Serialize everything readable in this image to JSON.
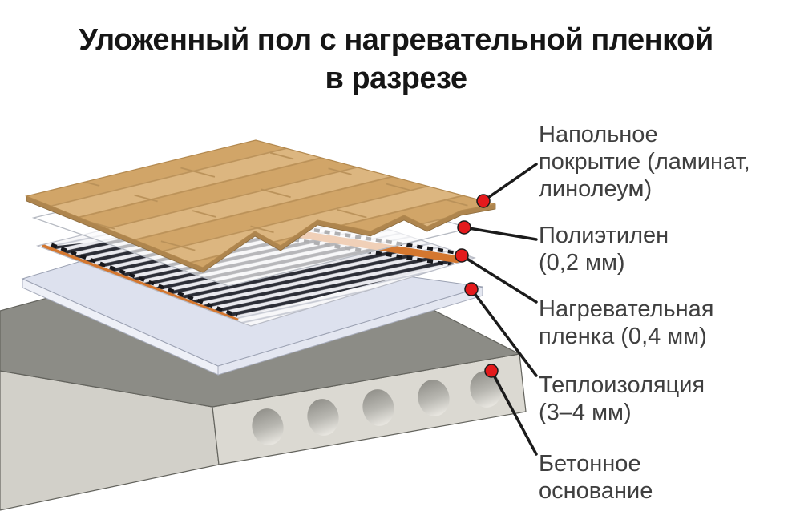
{
  "title": {
    "line1": "Уложенный пол с нагревательной пленкой",
    "line2": "в разрезе"
  },
  "callouts": [
    {
      "id": "floor-covering",
      "lines": [
        "Напольное",
        "покрытие (ламинат,",
        "линолеум)"
      ]
    },
    {
      "id": "polyethylene",
      "lines": [
        "Полиэтилен",
        "(0,2 мм)"
      ]
    },
    {
      "id": "heating-film",
      "lines": [
        "Нагревательная",
        "пленка (0,4 мм)"
      ]
    },
    {
      "id": "insulation",
      "lines": [
        "Теплоизоляция",
        "(3–4 мм)"
      ]
    },
    {
      "id": "concrete-base",
      "lines": [
        "Бетонное",
        "основание"
      ]
    }
  ],
  "colors": {
    "title_text": "#161616",
    "label_text": "#3f3f3f",
    "wood": "#d7ac6e",
    "wood_edge": "#ae854e",
    "wood_seam": "#bb9259",
    "copper_busbar": "#d4772f",
    "film_bg": "#f7f7f9",
    "film_stripe_dark": "#2c2e37",
    "film_stripe_light": "#c9ccd5",
    "polyethylene_outline": "#b6bac2",
    "insulation_top": "#dde1ee",
    "insulation_side": "#eef0f7",
    "concrete_top": "#8c8c86",
    "concrete_front": "#dbd9d2",
    "concrete_left": "#d2d0c9",
    "callout_dot": "#e41a1c",
    "callout_line": "#1b1b1b"
  }
}
